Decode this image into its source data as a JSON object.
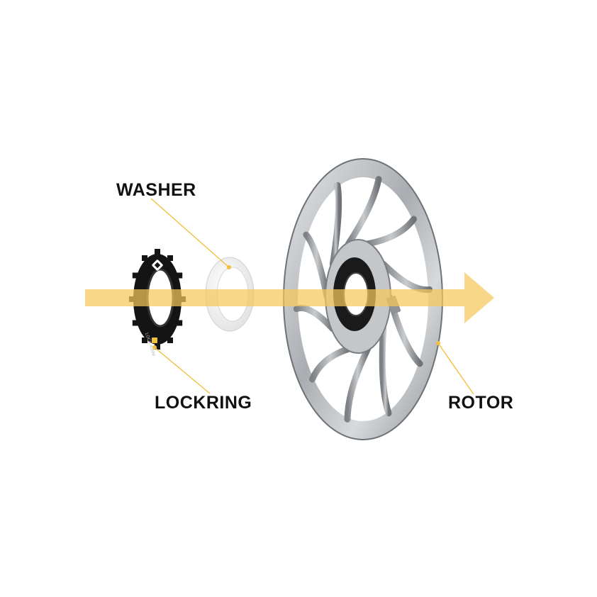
{
  "labels": {
    "washer": "WASHER",
    "lockring": "LOCKRING",
    "rotor": "ROTOR"
  },
  "lockring_engraving": "LOCK 40NM",
  "colors": {
    "arrow": "#f6c75a",
    "leader": "#f0c040",
    "lockring": "#141414",
    "washer": "#f2f2f2",
    "rotor": "#b9bcbf",
    "rotor_hub": "#1a1a1a",
    "label_text": "#111111"
  },
  "icons": {
    "lockring_logo": "logo-badge-icon",
    "direction_arrow": "arrow-right-icon"
  }
}
